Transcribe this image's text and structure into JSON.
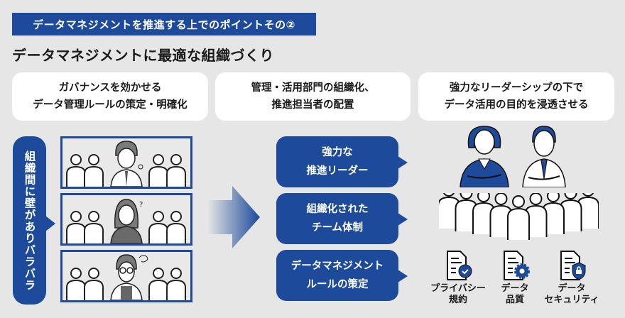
{
  "header": {
    "banner": "データマネジメントを推進する上でのポイントその②",
    "title": "データマネジメントに最適な組織づくり"
  },
  "goals": [
    {
      "line1": "ガバナンスを効かせる",
      "line2": "データ管理ルールの策定・明確化"
    },
    {
      "line1": "管理・活用部門の組織化、",
      "line2": "推進担当者の配置"
    },
    {
      "line1": "強力なリーダーシップの下で",
      "line2": "データ活用の目的を浸透させる"
    }
  ],
  "problem": {
    "label": "組織間に壁がありバラバラ",
    "scenes": [
      {
        "figure": "man-thinking",
        "thought": "sigh"
      },
      {
        "figure": "woman-confused",
        "thought": "?"
      },
      {
        "figure": "man-glasses-puzzled",
        "thought": "question-cloud"
      }
    ]
  },
  "solutions": [
    {
      "line1": "強力な",
      "line2": "推進リーダー"
    },
    {
      "line1": "組織化された",
      "line2": "チーム体制"
    },
    {
      "line1": "データマネジメント",
      "line2": "ルールの策定"
    }
  ],
  "rules": [
    {
      "icon": "document-check-icon",
      "line1": "プライバシー",
      "line2": "規約"
    },
    {
      "icon": "document-gear-icon",
      "line1": "データ",
      "line2": "品質"
    },
    {
      "icon": "document-lock-icon",
      "line1": "データ",
      "line2": "セキュリティ"
    }
  ],
  "colors": {
    "accent": "#1d4a9a",
    "background": "#e6e6e6",
    "card": "#ffffff"
  }
}
